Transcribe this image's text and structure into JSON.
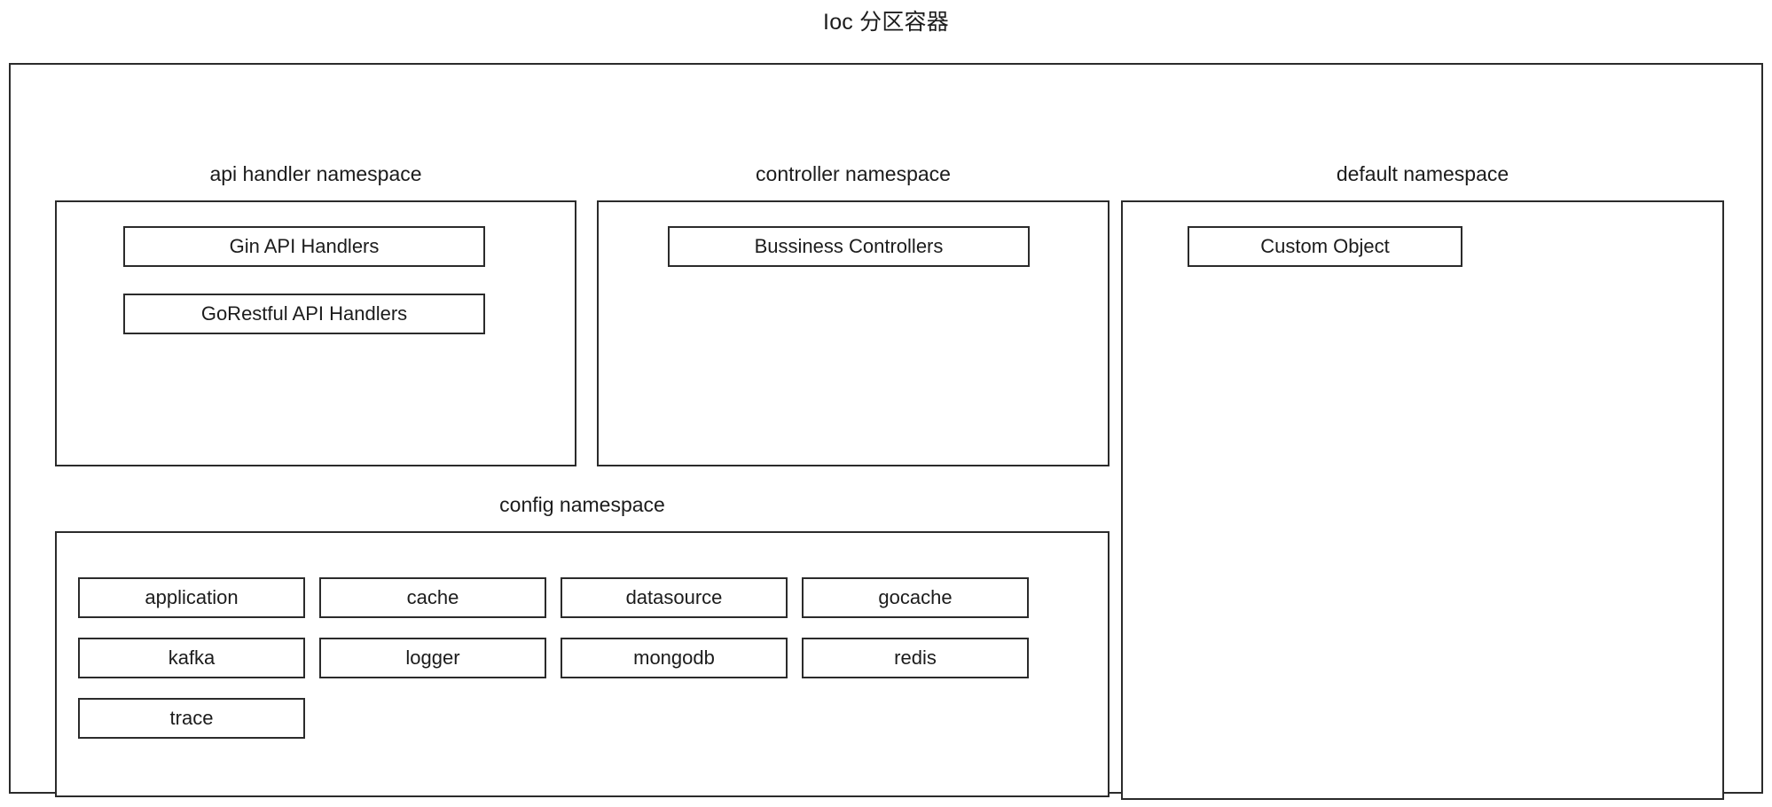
{
  "diagram": {
    "title": "Ioc 分区容器",
    "container_name": "ioc-partition-container"
  },
  "namespaces": [
    {
      "id": "api",
      "label": "api handler namespace",
      "components": [
        {
          "label": "Gin API Handlers"
        },
        {
          "label": "GoRestful API Handlers"
        }
      ]
    },
    {
      "id": "controller",
      "label": "controller namespace",
      "components": [
        {
          "label": "Bussiness Controllers"
        }
      ]
    },
    {
      "id": "default",
      "label": "default namespace",
      "components": [
        {
          "label": "Custom Object"
        }
      ]
    },
    {
      "id": "config",
      "label": "config namespace",
      "components": [
        {
          "label": "application"
        },
        {
          "label": "cache"
        },
        {
          "label": "datasource"
        },
        {
          "label": "gocache"
        },
        {
          "label": "kafka"
        },
        {
          "label": "logger"
        },
        {
          "label": "mongodb"
        },
        {
          "label": "redis"
        },
        {
          "label": "trace"
        }
      ]
    }
  ],
  "style": {
    "stroke": "#2b2b2b",
    "fill": "#ffffff",
    "text": "#1c1c1c"
  }
}
